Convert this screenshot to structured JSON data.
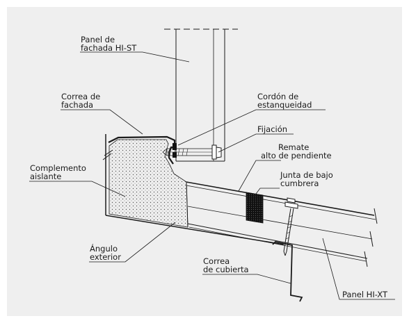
{
  "labels": {
    "panel_fachada_1": "Panel de",
    "panel_fachada_2": "fachada HI-ST",
    "correa_fachada_1": "Correa de",
    "correa_fachada_2": "fachada",
    "cordon_1": "Cordón de",
    "cordon_2": "estanqueidad",
    "fijacion": "Fijación",
    "remate_1": "Remate",
    "remate_2": "alto de pendiente",
    "complemento_1": "Complemento",
    "complemento_2": "aislante",
    "junta_1": "Junta de bajo",
    "junta_2": "cumbrera",
    "angulo_1": "Ángulo",
    "angulo_2": "exterior",
    "correa_cubierta_1": "Correa",
    "correa_cubierta_2": "de cubierta",
    "panel_hixt": "Panel HI-XT"
  },
  "colors": {
    "line": "#1a1a1a",
    "background": "#efefef",
    "insulation_fill": "#ffffff"
  }
}
